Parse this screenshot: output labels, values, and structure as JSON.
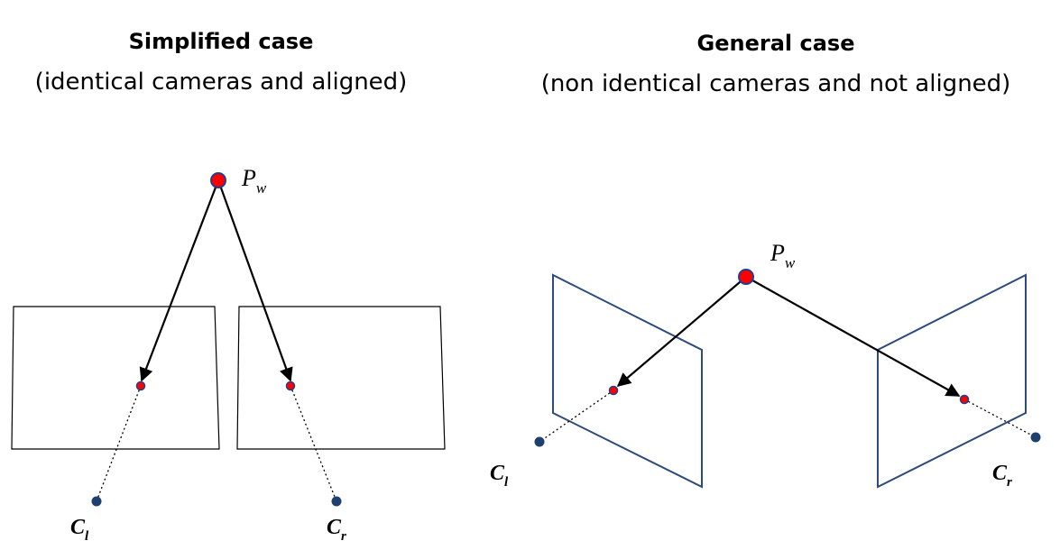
{
  "left_panel": {
    "title": "Simplified case",
    "subtitle": "(identical cameras and aligned)",
    "world_point": {
      "label_main": "P",
      "label_sub": "w"
    },
    "camera_left": {
      "label_main": "C",
      "label_sub": "l"
    },
    "camera_right": {
      "label_main": "C",
      "label_sub": "r"
    }
  },
  "right_panel": {
    "title": "General case",
    "subtitle": "(non identical cameras and not aligned)",
    "world_point": {
      "label_main": "P",
      "label_sub": "w"
    },
    "camera_left": {
      "label_main": "C",
      "label_sub": "l"
    },
    "camera_right": {
      "label_main": "C",
      "label_sub": "r"
    }
  },
  "colors": {
    "plane_left": "#000000",
    "plane_right": "#2c4a7c",
    "point_fill": "#ff0000",
    "point_stroke": "#1f3f8f",
    "camera_center": "#1f3f6f"
  }
}
